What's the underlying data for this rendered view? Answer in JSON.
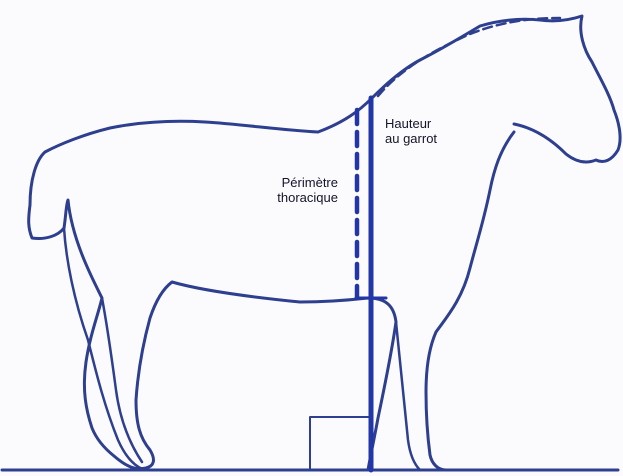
{
  "labels": {
    "height_at_withers": {
      "line1": "Hauteur",
      "line2": "au garrot"
    },
    "chest_girth": {
      "line1": "Périmètre",
      "line2": "thoracique"
    }
  },
  "colors": {
    "outline": "#2d3f8e",
    "measure": "#2236a6",
    "text": "#14142a",
    "paper": "#fbfbfd"
  },
  "icons": [
    "horse-outline",
    "height-measure-line",
    "girth-dashed-line",
    "measuring-box",
    "ground-line"
  ]
}
